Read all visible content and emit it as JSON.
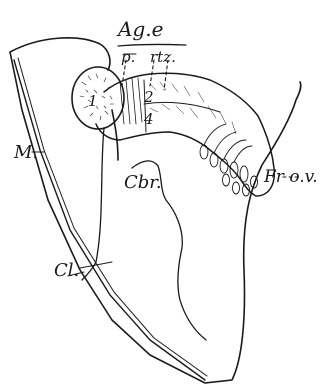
{
  "labels": {
    "age": "Ag.e",
    "p": "p.",
    "rtz": "rtz.",
    "num1": "1",
    "num2": "2",
    "num4": "4",
    "m": "M.",
    "cbr": "Cbr.",
    "cl": "Cl.",
    "fov": "Fr o.v."
  },
  "colors": {
    "ink": "#1a1a1a",
    "paper": "#ffffff"
  }
}
